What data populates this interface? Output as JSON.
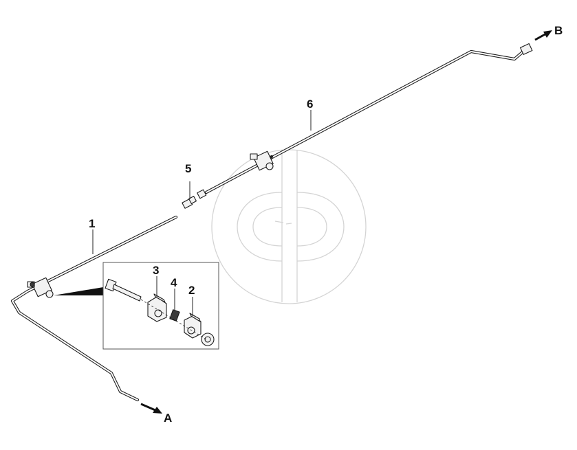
{
  "diagram": {
    "callouts": {
      "p1": "1",
      "p2": "2",
      "p3": "3",
      "p4": "4",
      "p5": "5",
      "p6": "6"
    },
    "connections": {
      "a": "A",
      "b": "B"
    },
    "colors": {
      "line": "#222222",
      "watermark": "#d4d4d4",
      "background": "#ffffff"
    }
  }
}
